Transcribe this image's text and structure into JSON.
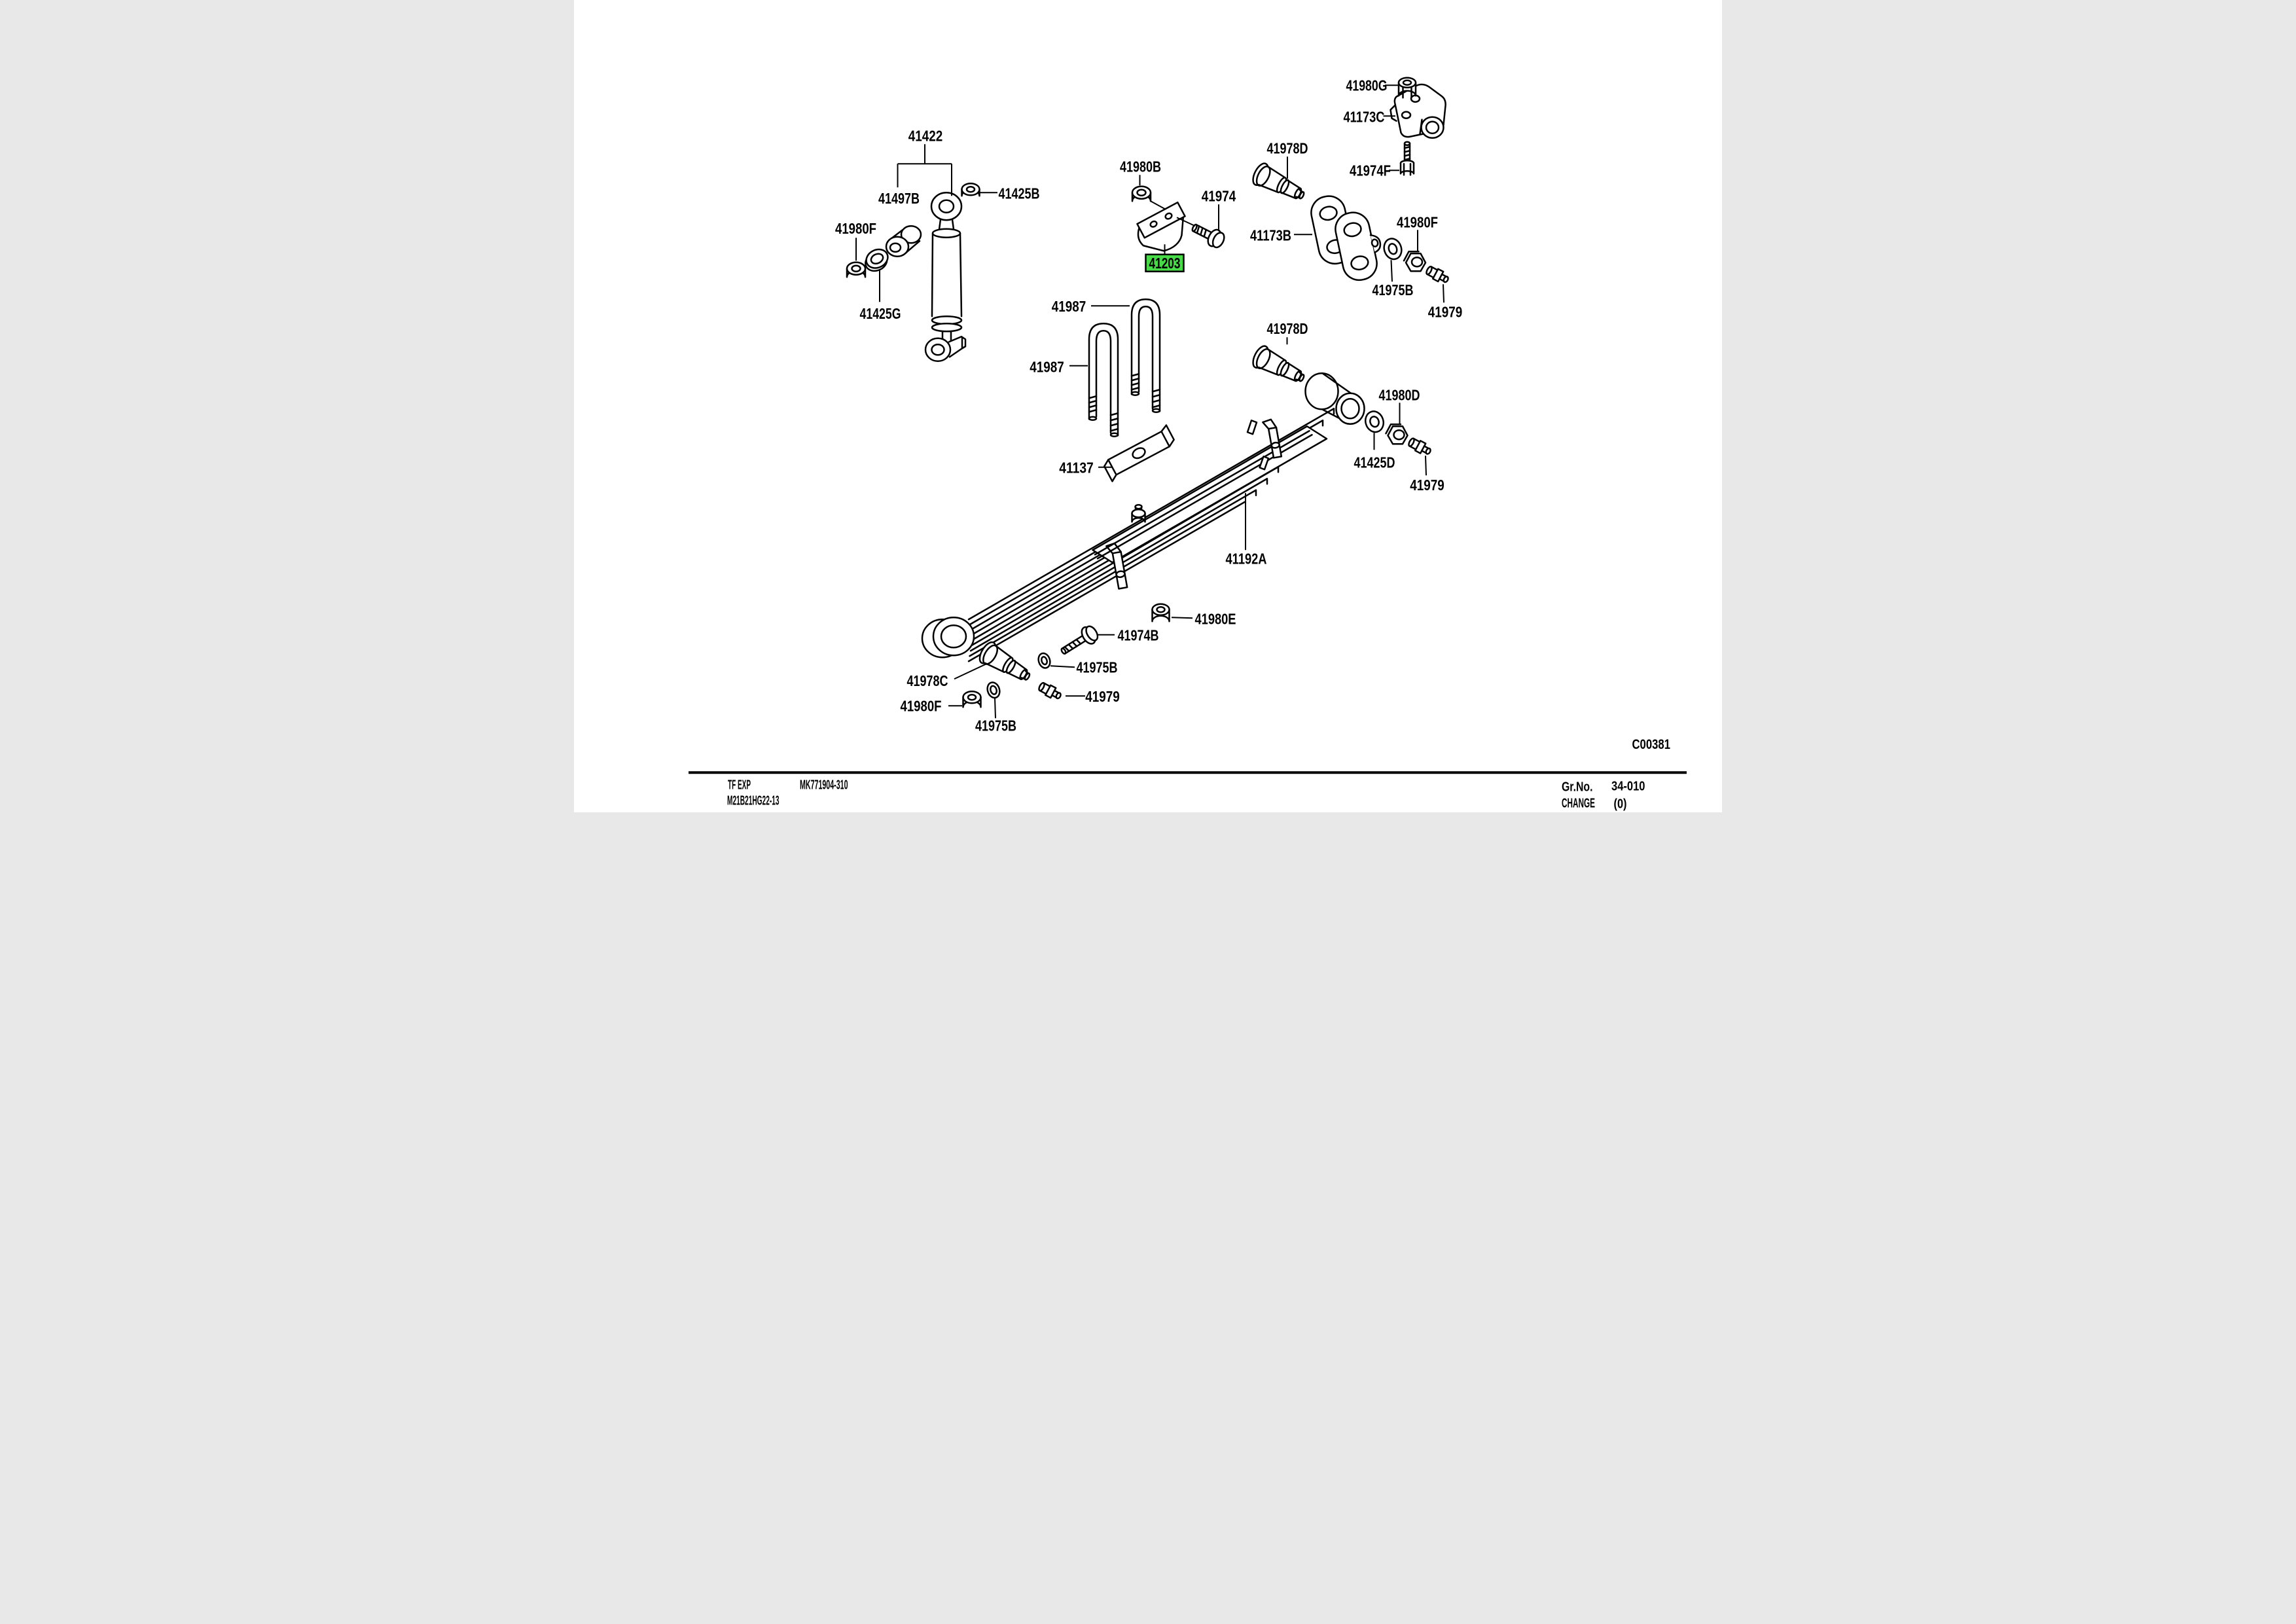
{
  "diagram": {
    "background": "#ffffff",
    "line_color": "#000000",
    "highlight_color": "#47dc47",
    "highlighted_part": "41203",
    "drawing_code": "C00381",
    "callouts": [
      {
        "label": "41422"
      },
      {
        "label": "41497B"
      },
      {
        "label": "41425B"
      },
      {
        "label": "41980F"
      },
      {
        "label": "41425G"
      },
      {
        "label": "41980B"
      },
      {
        "label": "41974"
      },
      {
        "label": "41203",
        "highlighted": true
      },
      {
        "label": "41987"
      },
      {
        "label": "41987"
      },
      {
        "label": "41137"
      },
      {
        "label": "41978D"
      },
      {
        "label": "41173B"
      },
      {
        "label": "41980G"
      },
      {
        "label": "41173C"
      },
      {
        "label": "41974F"
      },
      {
        "label": "41980F"
      },
      {
        "label": "41975B"
      },
      {
        "label": "41979"
      },
      {
        "label": "41978D"
      },
      {
        "label": "41980D"
      },
      {
        "label": "41425D"
      },
      {
        "label": "41979"
      },
      {
        "label": "41192A"
      },
      {
        "label": "41980E"
      },
      {
        "label": "41974B"
      },
      {
        "label": "41975B"
      },
      {
        "label": "41978C"
      },
      {
        "label": "41979"
      },
      {
        "label": "41980F"
      },
      {
        "label": "41975B"
      }
    ]
  },
  "footer": {
    "spec_code": "TF EXP",
    "catalog_number": "MK771904-310",
    "model_code": "M21B21HG22-13",
    "group_label": "Gr.No.",
    "group_number": "34-010",
    "change_label": "CHANGE",
    "change_value": "(0)"
  }
}
